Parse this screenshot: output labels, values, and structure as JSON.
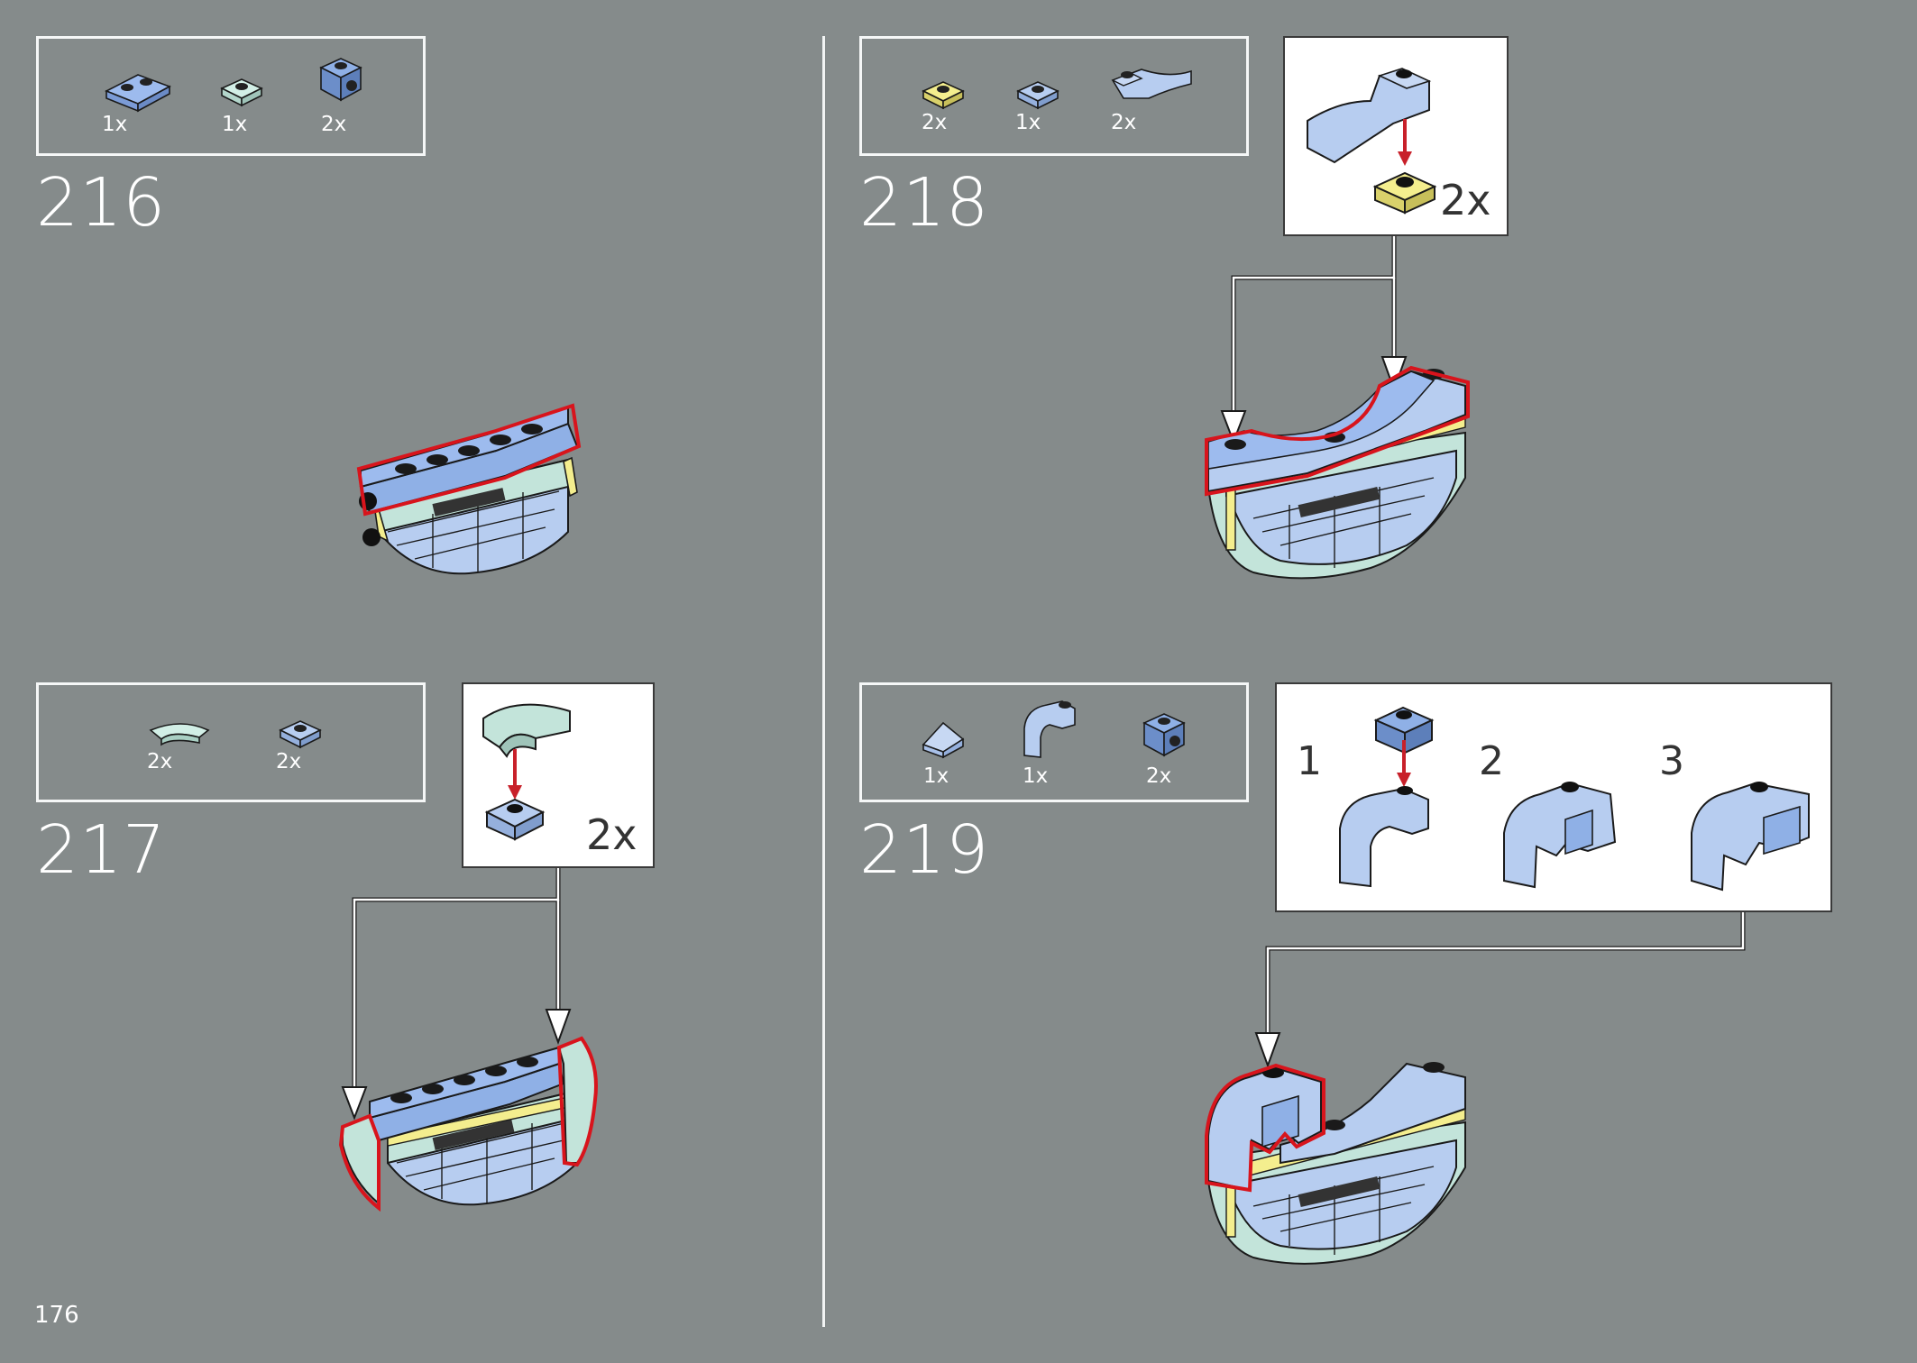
{
  "page_number": "176",
  "steps": [
    {
      "number": "216",
      "parts": [
        {
          "icon": "blue-plate-1x2-icon",
          "qty": "1x"
        },
        {
          "icon": "mint-plate-1x1-icon",
          "qty": "1x"
        },
        {
          "icon": "blue-bracket-icon",
          "qty": "2x"
        }
      ]
    },
    {
      "number": "217",
      "parts": [
        {
          "icon": "mint-curved-slope-icon",
          "qty": "2x"
        },
        {
          "icon": "light-blue-plate-1x1-icon",
          "qty": "2x"
        }
      ],
      "callout_qty": "2x"
    },
    {
      "number": "218",
      "parts": [
        {
          "icon": "yellow-plate-1x1-icon",
          "qty": "2x"
        },
        {
          "icon": "light-blue-plate-1x1-icon",
          "qty": "1x"
        },
        {
          "icon": "light-blue-curved-slope-icon",
          "qty": "2x"
        }
      ],
      "callout_qty": "2x"
    },
    {
      "number": "219",
      "parts": [
        {
          "icon": "light-blue-wedge-icon",
          "qty": "1x"
        },
        {
          "icon": "light-blue-arch-icon",
          "qty": "1x"
        },
        {
          "icon": "blue-bracket-icon",
          "qty": "2x"
        }
      ],
      "sub_steps": [
        "1",
        "2",
        "3"
      ]
    }
  ],
  "colors": {
    "background": "#858b8b",
    "frame": "#f5f7f7",
    "highlight_outline": "#d8141c",
    "arrow": "#c8202a",
    "brick_blue": "#8fb0e6",
    "brick_light_blue": "#b7cdf0",
    "brick_mint": "#c3e4da",
    "brick_yellow": "#f4ee8e"
  }
}
